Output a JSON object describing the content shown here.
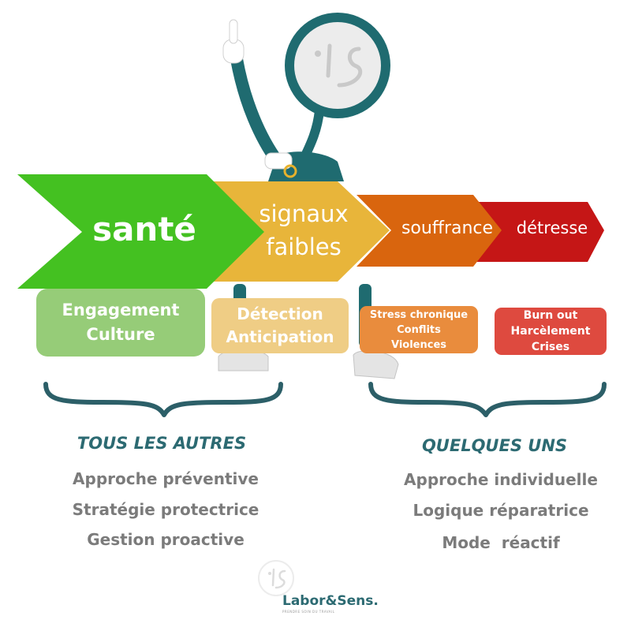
{
  "stages": [
    {
      "label": "santé",
      "color": "#44c121"
    },
    {
      "label_lines": [
        "signaux",
        "faibles"
      ],
      "color": "#e8b53a"
    },
    {
      "label": "souffrance",
      "color": "#d9650e"
    },
    {
      "label": "détresse",
      "color": "#c51616"
    }
  ],
  "boxes": [
    {
      "lines": [
        "Engagement",
        "Culture"
      ],
      "color": "#96cc78"
    },
    {
      "lines": [
        "Détection",
        "Anticipation"
      ],
      "color": "#efcd85"
    },
    {
      "lines": [
        "Stress chronique",
        "Conflits",
        "Violences"
      ],
      "color": "#e98c3d"
    },
    {
      "lines": [
        "Burn out",
        "Harcèlement",
        "Crises"
      ],
      "color": "#de4a3f"
    }
  ],
  "groups": {
    "left": {
      "title": "TOUS LES AUTRES",
      "items": [
        "Approche préventive",
        "Stratégie protectrice",
        "Gestion proactive"
      ]
    },
    "right": {
      "title": "QUELQUES UNS",
      "items": [
        "Approche individuelle",
        "Logique réparatrice",
        "Mode  réactif"
      ]
    }
  },
  "brand": {
    "name": "Labor&Sens.",
    "tagline": "PRENDRE SOIN DU TRAVAIL"
  },
  "colors": {
    "teal": "#2c6a72",
    "brace": "#2c5f68",
    "item_text": "#7b7b7b",
    "brand_accent": "#f2a900"
  }
}
